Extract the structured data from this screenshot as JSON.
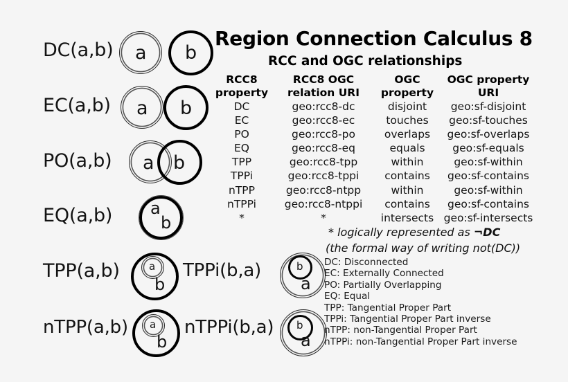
{
  "header": {
    "title": "Region Connection Calculus 8",
    "subtitle": "RCC and OGC relationships"
  },
  "diagram": {
    "label_a": "a",
    "label_b": "b",
    "rows": [
      {
        "name": "dc",
        "label": "DC(a,b)"
      },
      {
        "name": "ec",
        "label": "EC(a,b)"
      },
      {
        "name": "po",
        "label": "PO(a,b)"
      },
      {
        "name": "eq",
        "label": "EQ(a,b)"
      },
      {
        "name": "tpp",
        "label": "TPP(a,b)"
      },
      {
        "name": "tppi",
        "label": "TPPi(b,a)"
      },
      {
        "name": "ntpp",
        "label": "nTPP(a,b)"
      },
      {
        "name": "ntppi",
        "label": "nTPPi(b,a)"
      }
    ]
  },
  "table": {
    "headers": [
      "RCC8 property",
      "RCC8 OGC relation URI",
      "OGC property",
      "OGC property URI"
    ],
    "headers_lines": [
      [
        "RCC8",
        "property"
      ],
      [
        "RCC8 OGC",
        "relation URI"
      ],
      [
        "OGC",
        "property"
      ],
      [
        "OGC property",
        "URI"
      ]
    ],
    "rows": [
      [
        "DC",
        "geo:rcc8-dc",
        "disjoint",
        "geo:sf-disjoint"
      ],
      [
        "EC",
        "geo:rcc8-ec",
        "touches",
        "geo:sf-touches"
      ],
      [
        "PO",
        "geo:rcc8-po",
        "overlaps",
        "geo:sf-overlaps"
      ],
      [
        "EQ",
        "geo:rcc8-eq",
        "equals",
        "geo:sf-equals"
      ],
      [
        "TPP",
        "geo:rcc8-tpp",
        "within",
        "geo:sf-within"
      ],
      [
        "TPPi",
        "geo:rcc8-tppi",
        "contains",
        "geo:sf-contains"
      ],
      [
        "nTPP",
        "geo:rcc8-ntpp",
        "within",
        "geo:sf-within"
      ],
      [
        "nTPPi",
        "geo:rcc8-ntppi",
        "contains",
        "geo:sf-contains"
      ],
      [
        "*",
        "*",
        "intersects",
        "geo:sf-intersects"
      ]
    ]
  },
  "footnote": {
    "line1_prefix": "* logically represented as ",
    "line1_emphasis": "¬DC",
    "line2": "(the formal way of writing not(DC))"
  },
  "legend": {
    "items": [
      "DC: Disconnected",
      "EC: Externally Connected",
      "PO: Partially Overlapping",
      "EQ: Equal",
      "TPP: Tangential Proper Part",
      "TPPi: Tangential Proper Part inverse",
      "nTPP: non-Tangential Proper Part",
      "nTPPi: non-Tangential Proper Part inverse"
    ]
  },
  "colors": {
    "background": "#f5f5f5",
    "ink": "#0d0d0d",
    "region_a_stroke": "#555555",
    "region_b_stroke": "#000000"
  }
}
